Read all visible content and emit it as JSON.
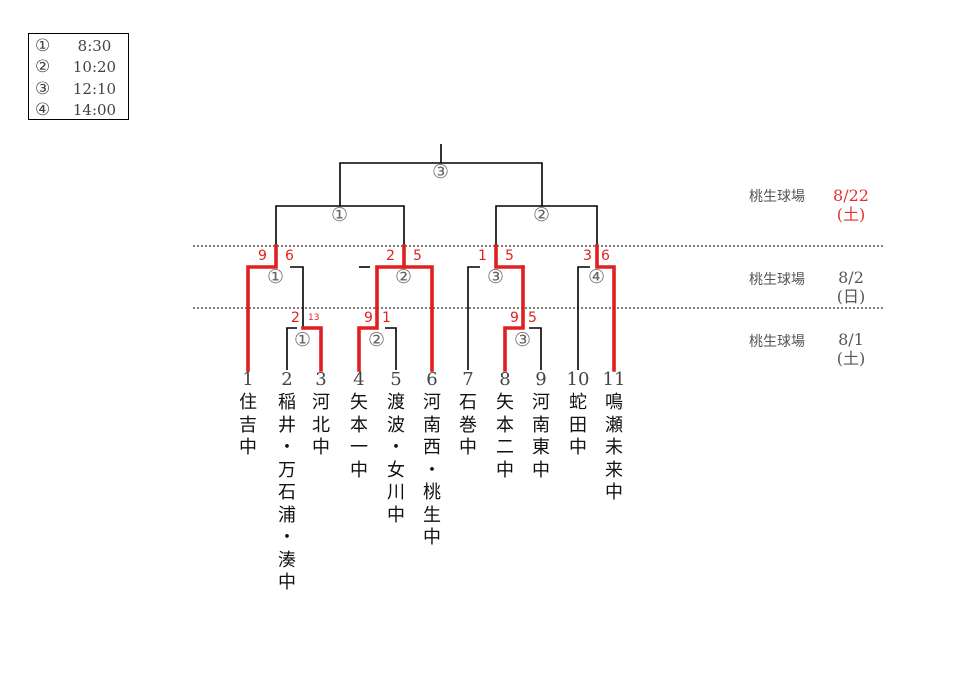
{
  "schedule": [
    {
      "mark": "①",
      "time": "8:30"
    },
    {
      "mark": "②",
      "time": "10:20"
    },
    {
      "mark": "③",
      "time": "12:10"
    },
    {
      "mark": "④",
      "time": "14:00"
    }
  ],
  "rounds": [
    {
      "venue": "桃生球場",
      "date": "8/22",
      "day": "(土)",
      "highlight": true
    },
    {
      "venue": "桃生球場",
      "date": "8/2",
      "day": "(日)",
      "highlight": false
    },
    {
      "venue": "桃生球場",
      "date": "8/1",
      "day": "(土)",
      "highlight": false
    }
  ],
  "teams": [
    {
      "no": "1",
      "name": "住吉中"
    },
    {
      "no": "2",
      "name": "稲井・万石浦・湊中"
    },
    {
      "no": "3",
      "name": "河北中"
    },
    {
      "no": "4",
      "name": "矢本一中"
    },
    {
      "no": "5",
      "name": "渡波・女川中"
    },
    {
      "no": "6",
      "name": "河南西・桃生中"
    },
    {
      "no": "7",
      "name": "石巻中"
    },
    {
      "no": "8",
      "name": "矢本二中"
    },
    {
      "no": "9",
      "name": "河南東中"
    },
    {
      "no": "10",
      "name": "蛇田中"
    },
    {
      "no": "11",
      "name": "鳴瀬未来中"
    }
  ],
  "game_marks": {
    "r1_a": "①",
    "r1_b": "②",
    "r1_c": "③",
    "r2_a": "①",
    "r2_b": "②",
    "r2_c": "③",
    "r2_d": "④",
    "sf_a": "①",
    "sf_b": "②",
    "final": "③"
  },
  "scores": {
    "r1_a_left": "2",
    "r1_a_right": "13",
    "r1_b_left": "9",
    "r1_b_right": "1",
    "r1_c_left": "9",
    "r1_c_right": "5",
    "r2_a_left": "9",
    "r2_a_right": "6",
    "r2_b_left": "2",
    "r2_b_right": "5",
    "r2_c_left": "1",
    "r2_c_right": "5",
    "r2_d_left": "3",
    "r2_d_right": "6"
  },
  "colors": {
    "win_line": "#e02020",
    "line": "#000000",
    "score": "#e02020",
    "date_highlight": "#e03030"
  }
}
